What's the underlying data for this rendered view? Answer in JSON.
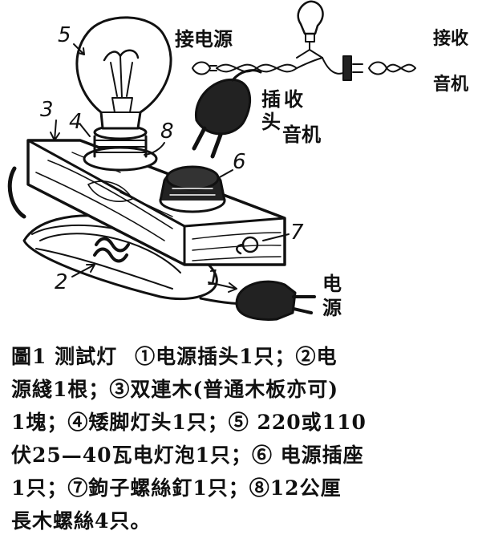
{
  "labels": {
    "n1": "1",
    "n2": "2",
    "n3": "3",
    "n4": "4",
    "n5": "5",
    "n6": "6",
    "n7": "7",
    "n8": "8",
    "connect_power": "接电源",
    "connect_radio_line1": "接收",
    "connect_radio_line2": "音机",
    "plug_radio_a": "插",
    "plug_radio_b": "头",
    "plug_radio_c": "收",
    "plug_radio_d": "音机",
    "power_a": "电",
    "power_b": "源"
  },
  "caption": {
    "title": "圖1 测試灯",
    "line1_rest": "①电源插头1只；②电",
    "line2": "源綫1根；③双連木(普通木板亦可)",
    "line3": "1塊；④矮脚灯头1只；⑤ 220或110",
    "line4": "伏25—40瓦电灯泡1只；⑥ 电源插座",
    "line5": "1只；⑦鉤子螺絲釘1只；⑧12公厘",
    "line6": "長木螺絲4只。"
  }
}
